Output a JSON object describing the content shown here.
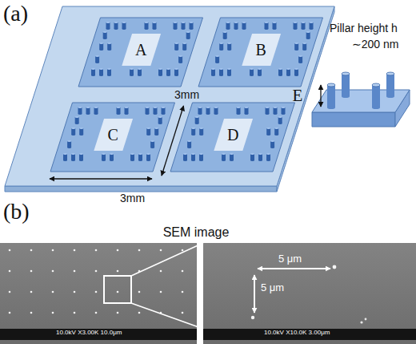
{
  "diagram": {
    "nodes": [
      {
        "text": [
          "E"
        ]
      },
      {
        "text": [
          "A"
        ],
        "in": 0
      },
      {
        "text": [
          "B"
        ],
        "in": 0
      },
      {
        "text": [
          "C"
        ],
        "in": 0
      },
      {
        "text": [
          "D"
        ],
        "in": 0
      }
    ],
    "labels": [
      "(a)",
      "3mm",
      "3mm",
      "Pillar height h",
      "∼200 nm",
      "(b)",
      "SEM image",
      "5 μm",
      "5 μm",
      "10.0kV X3.00K 10.0μm",
      "10.0kV X10.0K 3.00μm"
    ]
  }
}
